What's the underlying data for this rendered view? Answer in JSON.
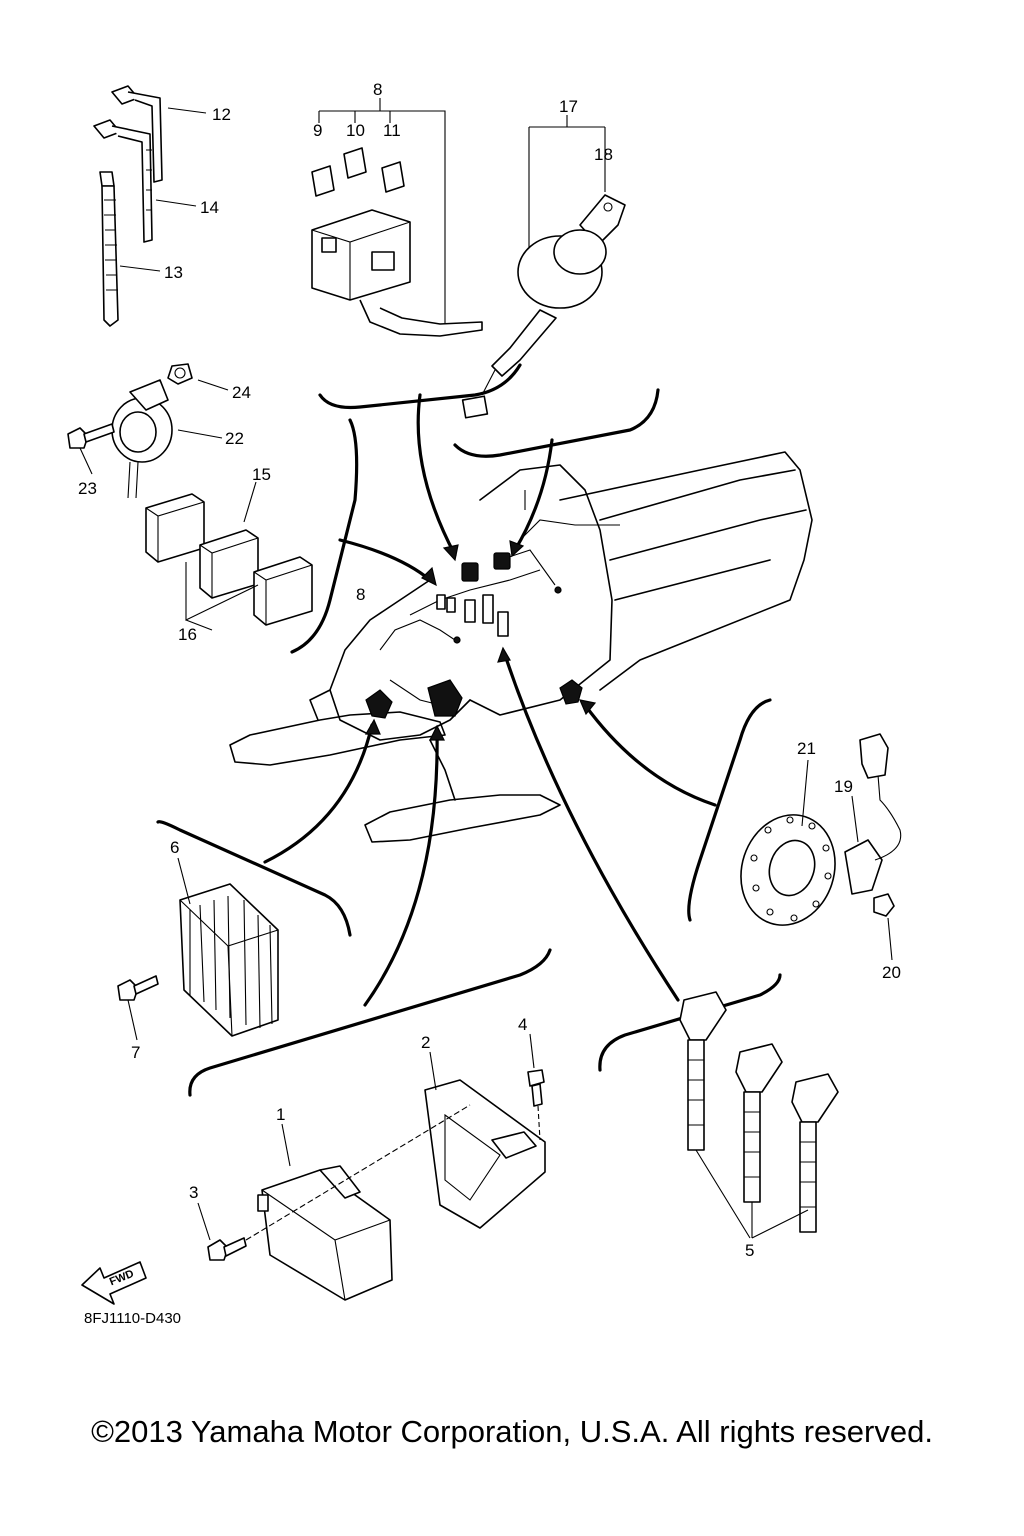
{
  "diagram_code": "8FJ1110-D430",
  "direction_label": "FWD",
  "copyright": "©2013 Yamaha Motor Corporation, U.S.A. All rights reserved.",
  "callouts": {
    "c1": "1",
    "c2": "2",
    "c3": "3",
    "c4": "4",
    "c5": "5",
    "c6": "6",
    "c7": "7",
    "c8": "8",
    "c8b": "8",
    "c9": "9",
    "c10": "10",
    "c11": "11",
    "c12": "12",
    "c13": "13",
    "c14": "14",
    "c15": "15",
    "c16": "16",
    "c17": "17",
    "c18": "18",
    "c19": "19",
    "c20": "20",
    "c21": "21",
    "c22": "22",
    "c23": "23",
    "c24": "24"
  }
}
